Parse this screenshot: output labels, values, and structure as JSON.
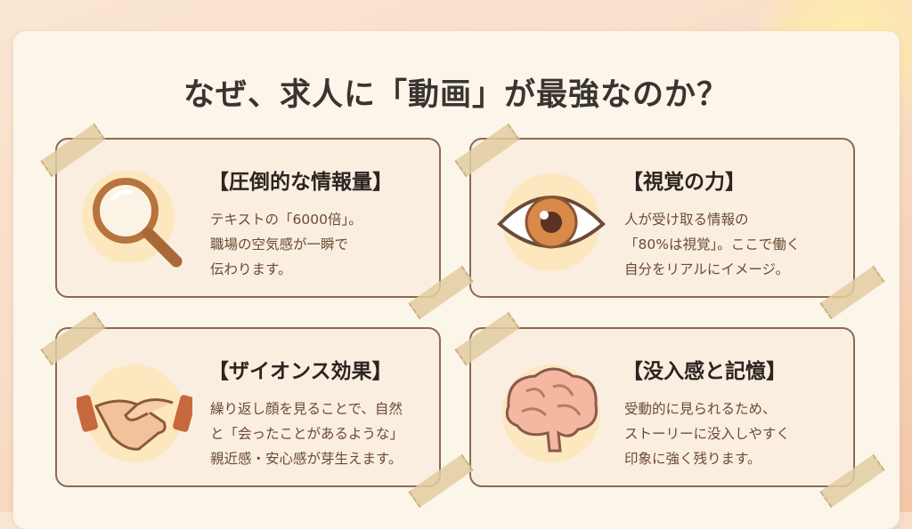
{
  "title": "なぜ、求人に「動画」が最強なのか？",
  "cards": [
    {
      "icon": "magnifier-icon",
      "heading": "【圧倒的な情報量】",
      "body": "テキストの「6000倍」。\n職場の空気感が一瞬で\n伝わります。"
    },
    {
      "icon": "eye-icon",
      "heading": "【視覚の力】",
      "body": "人が受け取る情報の\n「80%は視覚」。ここで働く\n自分をリアルにイメージ。"
    },
    {
      "icon": "handshake-icon",
      "heading": "【ザイオンス効果】",
      "body": "繰り返し顔を見ることで、自然\nと「会ったことがあるような」\n親近感・安心感が芽生えます。"
    },
    {
      "icon": "brain-icon",
      "heading": "【没入感と記憶】",
      "body": "受動的に見られるため、\nストーリーに没入しやすく\n印象に強く残ります。"
    }
  ]
}
